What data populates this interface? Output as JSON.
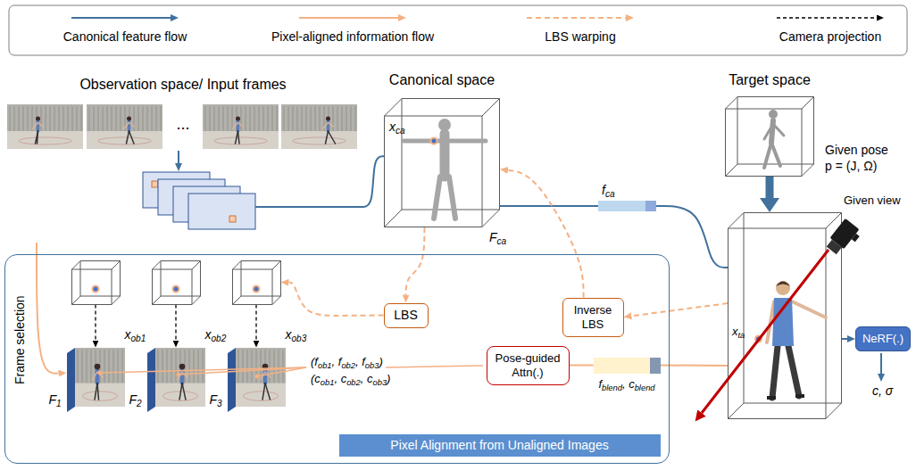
{
  "diagram": {
    "nodes": [
      {
        "text": [
          "Observation space/ Input frames",
          "..."
        ]
      },
      {
        "text": [
          "Canonical space",
          "xca",
          "Fca"
        ]
      },
      {
        "text": [
          "fca"
        ]
      },
      {
        "text": [
          "Target space",
          "Given pose",
          "p = (J, Ω)"
        ]
      },
      {
        "text": [
          "xta"
        ]
      },
      {
        "text": [
          "NeRF(.)"
        ]
      },
      {
        "text": [
          "Frame selection"
        ]
      },
      {
        "text": [
          "LBS"
        ],
        "in": 6
      },
      {
        "text": [
          "Inverse LBS"
        ],
        "in": 6
      },
      {
        "text": [
          "xob1"
        ],
        "in": 6
      },
      {
        "text": [
          "xob2"
        ],
        "in": 6
      },
      {
        "text": [
          "xob3"
        ],
        "in": 6
      },
      {
        "text": [
          "F1"
        ],
        "in": 6
      },
      {
        "text": [
          "F2"
        ],
        "in": 6
      },
      {
        "text": [
          "F3"
        ],
        "in": 6
      },
      {
        "text": [
          "Pose-guided Attn(.)"
        ],
        "in": 6
      },
      {
        "text": [
          "fblend, cblend"
        ],
        "in": 6
      },
      {
        "text": [
          "Pixel Alignment from Unaligned Images"
        ],
        "in": 6
      }
    ],
    "edges": [
      {
        "from": 0,
        "to": 1,
        "arrow": "none"
      },
      {
        "from": 1,
        "to": 2,
        "arrow": "none"
      },
      {
        "from": 2,
        "to": 4,
        "arrow": "none"
      },
      {
        "from": 3,
        "to": 4,
        "arrow": "to"
      },
      {
        "from": 4,
        "to": 5,
        "arrow": "to"
      },
      {
        "from": 1,
        "to": 7,
        "arrow": "to"
      },
      {
        "from": 7,
        "to": 11,
        "arrow": "to"
      },
      {
        "from": 4,
        "to": 8,
        "arrow": "to"
      },
      {
        "from": 8,
        "to": 1,
        "arrow": "to"
      },
      {
        "from": 0,
        "to": 12,
        "arrow": "to"
      },
      {
        "from": 9,
        "to": 12,
        "arrow": "to"
      },
      {
        "from": 10,
        "to": 13,
        "arrow": "to"
      },
      {
        "from": 11,
        "to": 14,
        "arrow": "to"
      },
      {
        "from": 15,
        "to": 16,
        "arrow": "none"
      },
      {
        "from": 16,
        "to": 4,
        "arrow": "none"
      }
    ],
    "labels": [
      "Given view",
      "(fob1, fob2, fob3)",
      "(cob1, cob2, cob3)",
      "c, σ"
    ],
    "legend": [
      {
        "text": "Canonical feature flow"
      },
      {
        "text": "Pixel-aligned information flow"
      },
      {
        "text": "LBS warping"
      },
      {
        "text": "Camera projection"
      }
    ]
  }
}
